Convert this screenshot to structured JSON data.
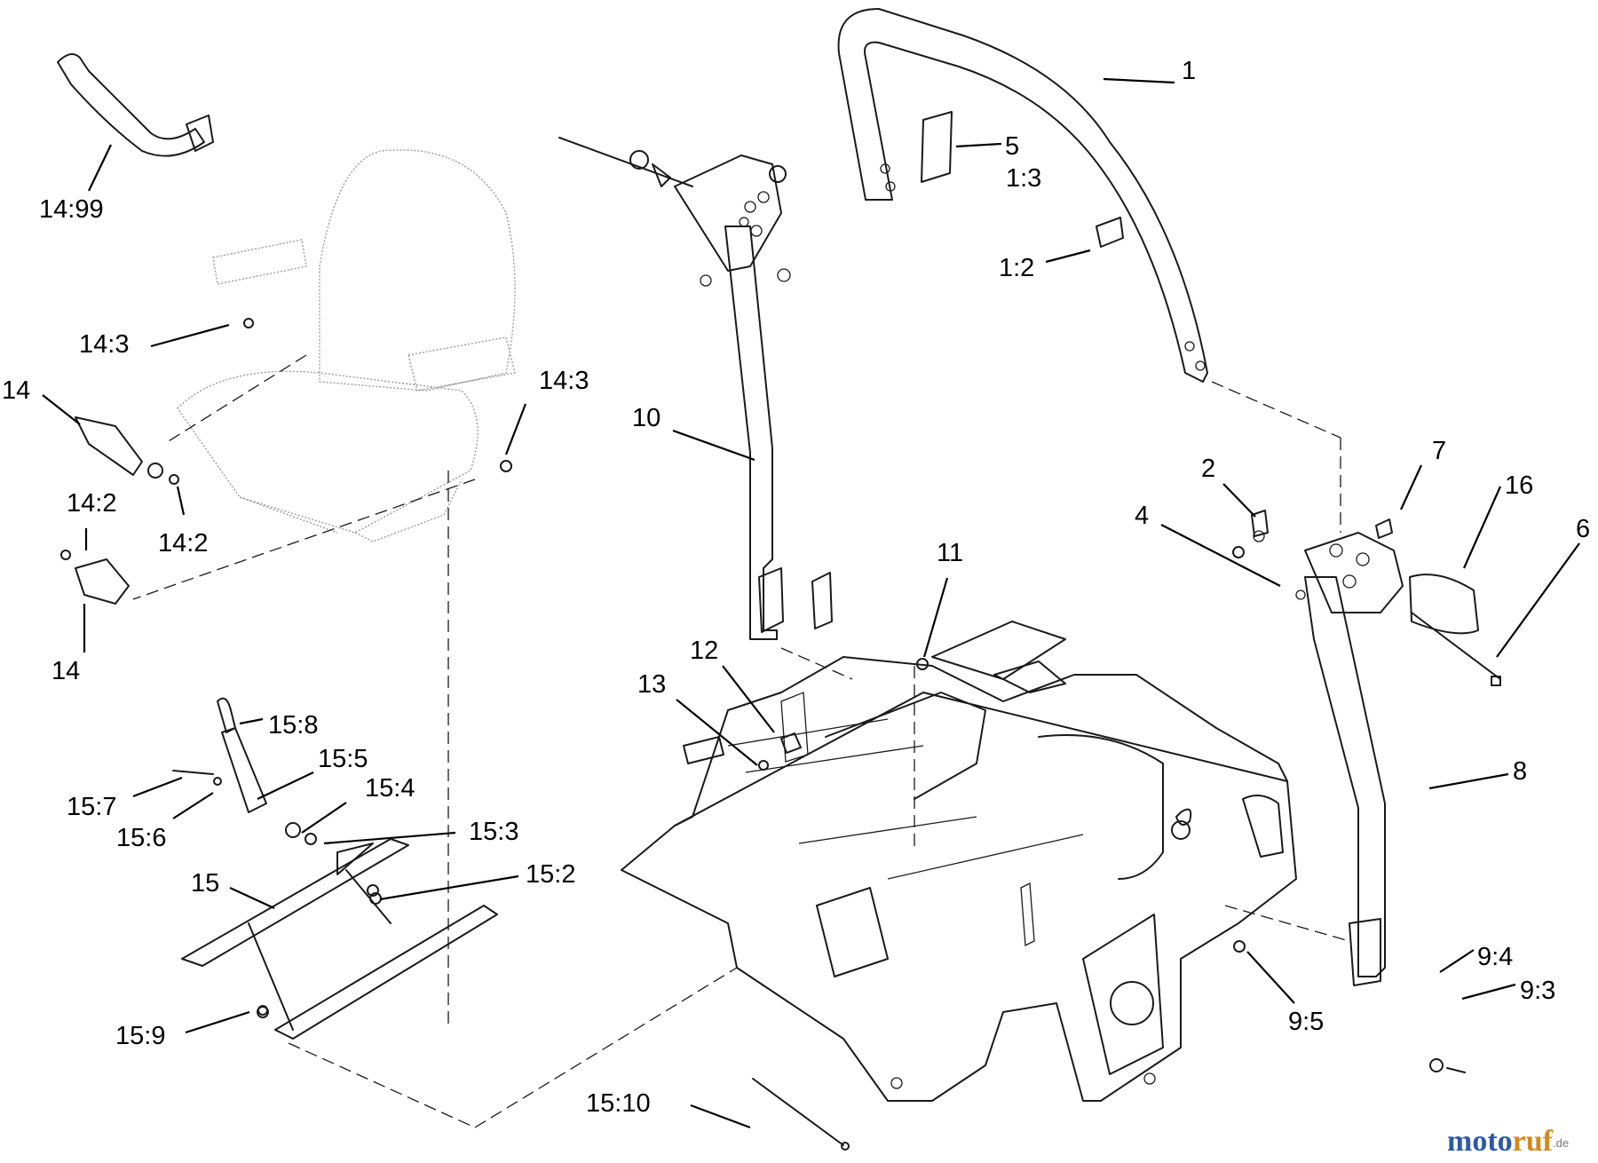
{
  "callouts": [
    {
      "id": "c1",
      "text": "1"
    },
    {
      "id": "c5",
      "text": "5"
    },
    {
      "id": "c1-3",
      "text": "1:3"
    },
    {
      "id": "c1-2",
      "text": "1:2"
    },
    {
      "id": "c14-99",
      "text": "14:99"
    },
    {
      "id": "c14-3a",
      "text": "14:3"
    },
    {
      "id": "c14-3b",
      "text": "14:3"
    },
    {
      "id": "c14a",
      "text": "14"
    },
    {
      "id": "c14-2a",
      "text": "14:2"
    },
    {
      "id": "c14-2b",
      "text": "14:2"
    },
    {
      "id": "c14b",
      "text": "14"
    },
    {
      "id": "c10",
      "text": "10"
    },
    {
      "id": "c2",
      "text": "2"
    },
    {
      "id": "c7",
      "text": "7"
    },
    {
      "id": "c16",
      "text": "16"
    },
    {
      "id": "c4",
      "text": "4"
    },
    {
      "id": "c6",
      "text": "6"
    },
    {
      "id": "c11",
      "text": "11"
    },
    {
      "id": "c12",
      "text": "12"
    },
    {
      "id": "c13",
      "text": "13"
    },
    {
      "id": "c15-8",
      "text": "15:8"
    },
    {
      "id": "c15-5",
      "text": "15:5"
    },
    {
      "id": "c15-4",
      "text": "15:4"
    },
    {
      "id": "c15-7",
      "text": "15:7"
    },
    {
      "id": "c15-6",
      "text": "15:6"
    },
    {
      "id": "c15-3",
      "text": "15:3"
    },
    {
      "id": "c15",
      "text": "15"
    },
    {
      "id": "c15-2",
      "text": "15:2"
    },
    {
      "id": "c8",
      "text": "8"
    },
    {
      "id": "c9-4",
      "text": "9:4"
    },
    {
      "id": "c9-3",
      "text": "9:3"
    },
    {
      "id": "c9-5",
      "text": "9:5"
    },
    {
      "id": "c15-9",
      "text": "15:9"
    },
    {
      "id": "c15-10",
      "text": "15:10"
    }
  ],
  "watermark": {
    "part1": "moto",
    "part2": "ruf",
    "suffix": ".de"
  }
}
